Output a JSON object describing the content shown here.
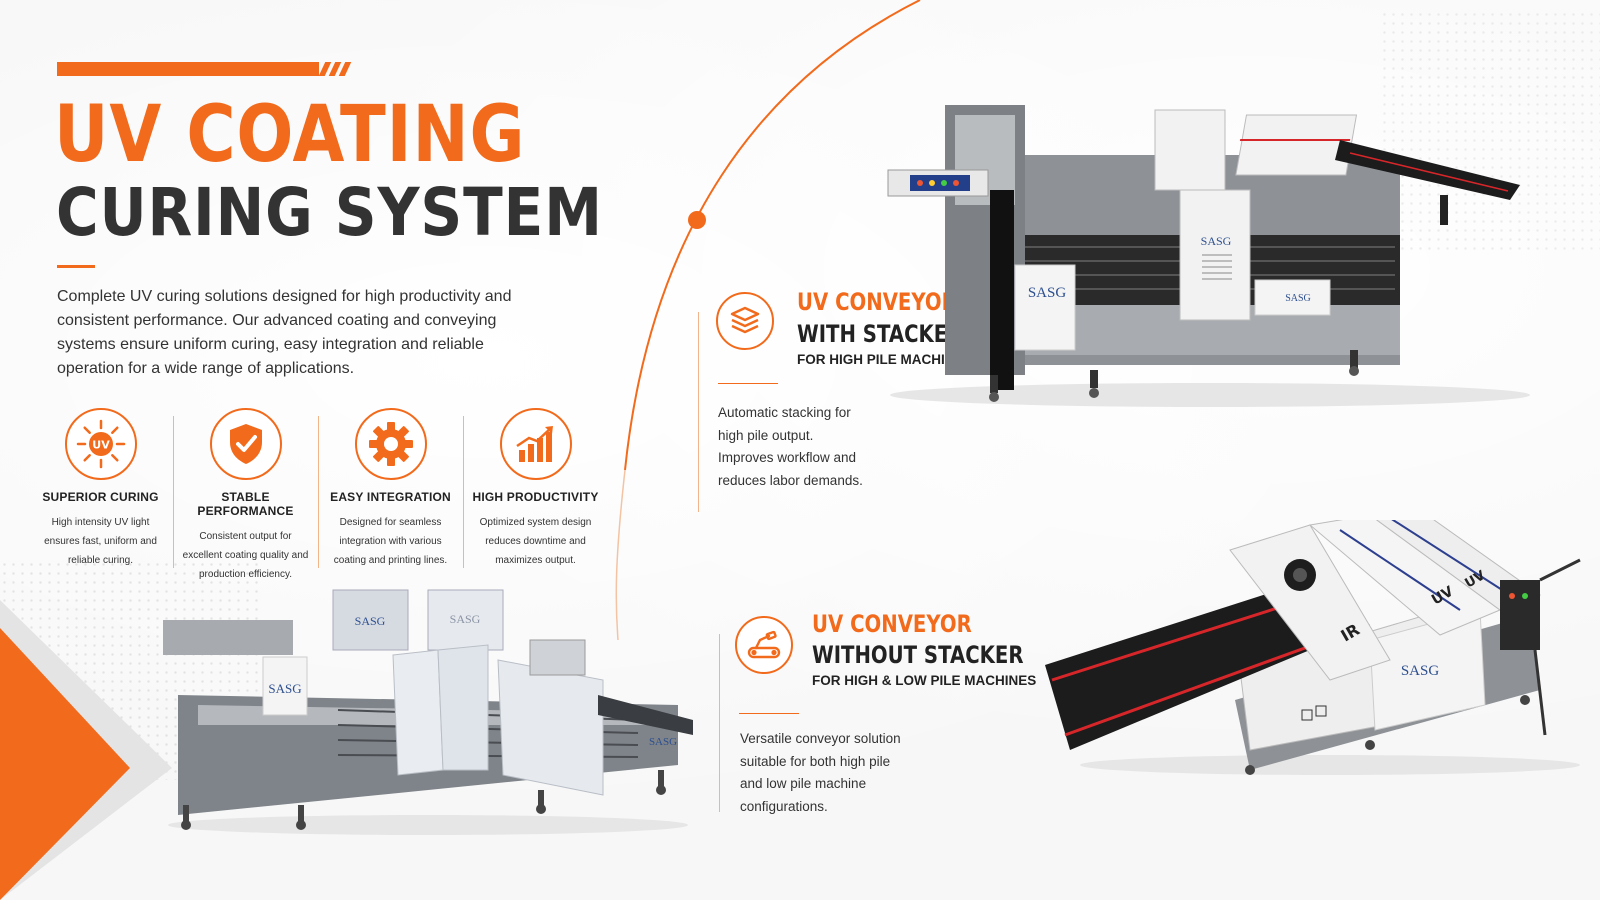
{
  "header": {
    "title_line1": "UV COATING",
    "title_line2": "CURING SYSTEM",
    "intro": "Complete UV curing solutions designed for high productivity and consistent performance. Our advanced coating and conveying systems ensure uniform curing, easy integration and reliable operation for a wide range of applications."
  },
  "features": [
    {
      "icon": "uv-sun-icon",
      "icon_label": "UV",
      "title": "SUPERIOR CURING",
      "description": "High intensity UV light ensures fast, uniform and reliable curing."
    },
    {
      "icon": "shield-check-icon",
      "title": "STABLE PERFORMANCE",
      "description": "Consistent output for excellent coating quality and production efficiency."
    },
    {
      "icon": "gear-icon",
      "title": "EASY INTEGRATION",
      "description": "Designed for seamless integration with various coating and printing lines."
    },
    {
      "icon": "growth-chart-icon",
      "title": "HIGH PRODUCTIVITY",
      "description": "Optimized system design reduces downtime and maximizes output."
    }
  ],
  "products": [
    {
      "icon": "stack-layers-icon",
      "title_line1": "UV CONVEYOR",
      "title_line2": "WITH STACKER",
      "subtitle": "FOR HIGH PILE MACHINES",
      "description": "Automatic stacking for high pile output. Improves workflow and reduces labor demands."
    },
    {
      "icon": "conveyor-icon",
      "title_line1": "UV CONVEYOR",
      "title_line2": "WITHOUT STACKER",
      "subtitle": "FOR HIGH & LOW PILE MACHINES",
      "description": "Versatile conveyor solution suitable for both high pile and low pile machine configurations."
    }
  ],
  "machine_labels": {
    "brand": "SASG",
    "lamp_uv": "UV",
    "lamp_ir": "IR"
  },
  "colors": {
    "accent": "#f26a1b",
    "text_dark": "#222222",
    "text_body": "#333333",
    "machine_grey": "#9a9ea3",
    "machine_white": "#f2f2f2",
    "belt": "#1c1c1c",
    "belt_stripe": "#d7262a"
  }
}
